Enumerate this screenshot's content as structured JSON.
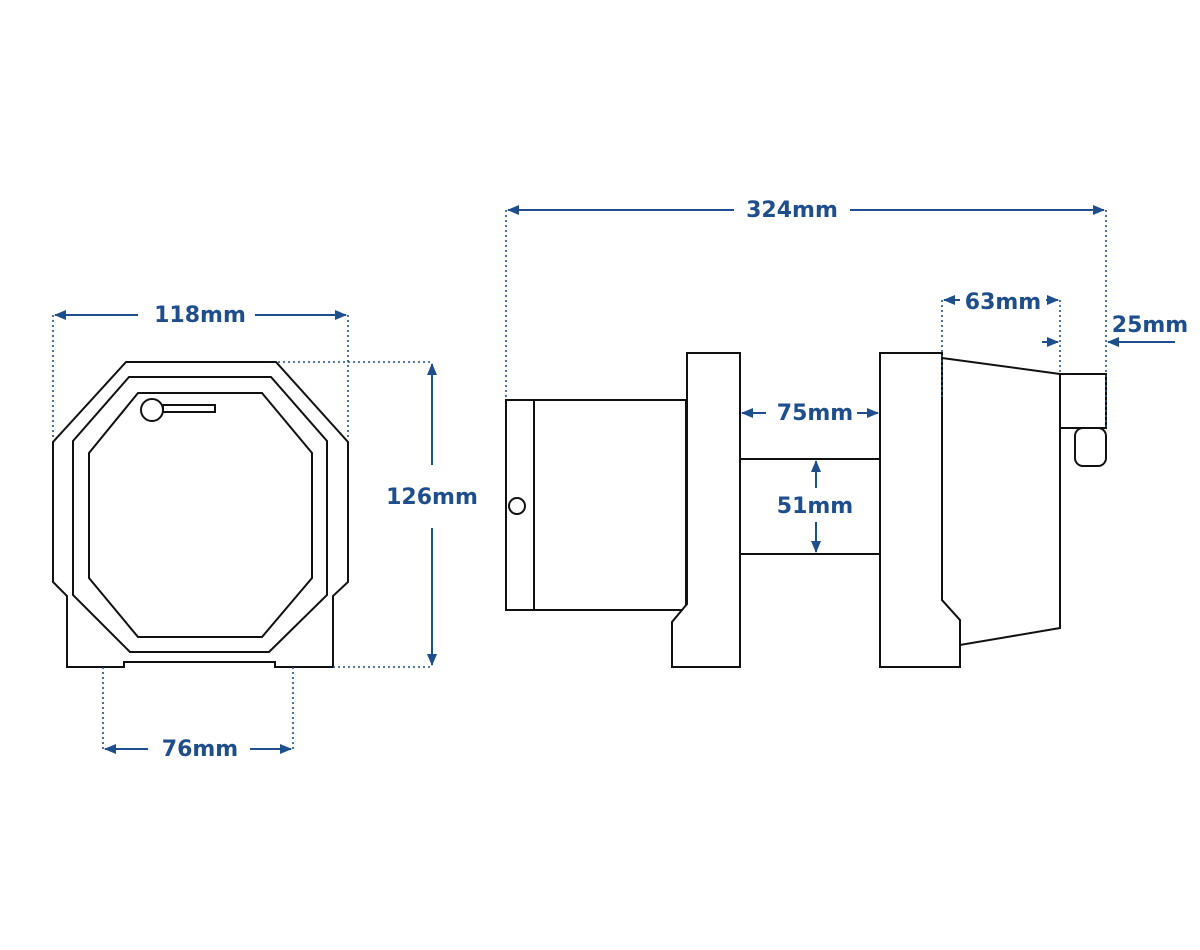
{
  "colors": {
    "dimension": "#1f4e8c",
    "outline": "#111111",
    "background": "#ffffff"
  },
  "dimensions": {
    "front_width": "118mm",
    "front_height": "126mm",
    "front_base_width": "76mm",
    "side_overall_length": "324mm",
    "side_drum_length": "75mm",
    "side_drum_diameter": "51mm",
    "side_motor_length": "63mm",
    "side_end_cap": "25mm"
  }
}
